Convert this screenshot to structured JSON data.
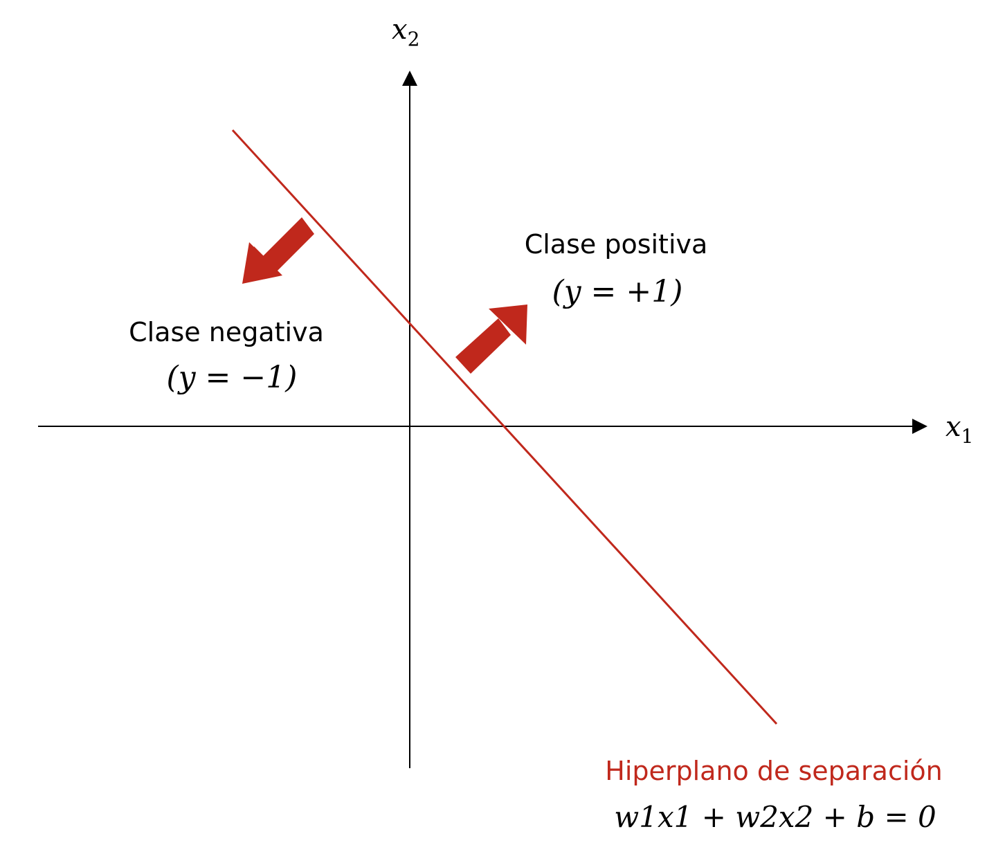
{
  "axes": {
    "x_label": {
      "base": "x",
      "sub": "1"
    },
    "y_label": {
      "base": "x",
      "sub": "2"
    }
  },
  "regions": {
    "positive": {
      "title": "Clase positiva",
      "label": "(y = +1)"
    },
    "negative": {
      "title": "Clase negativa",
      "label": "(y = −1)"
    }
  },
  "hyperplane": {
    "title": "Hiperplano de separación",
    "equation": "w1x1 + w2x2 + b = 0"
  },
  "colors": {
    "axis": "#000000",
    "hyperplane": "#c0281c",
    "arrow": "#c0281c",
    "text": "#000000",
    "hyperplane_label": "#c0281c"
  }
}
